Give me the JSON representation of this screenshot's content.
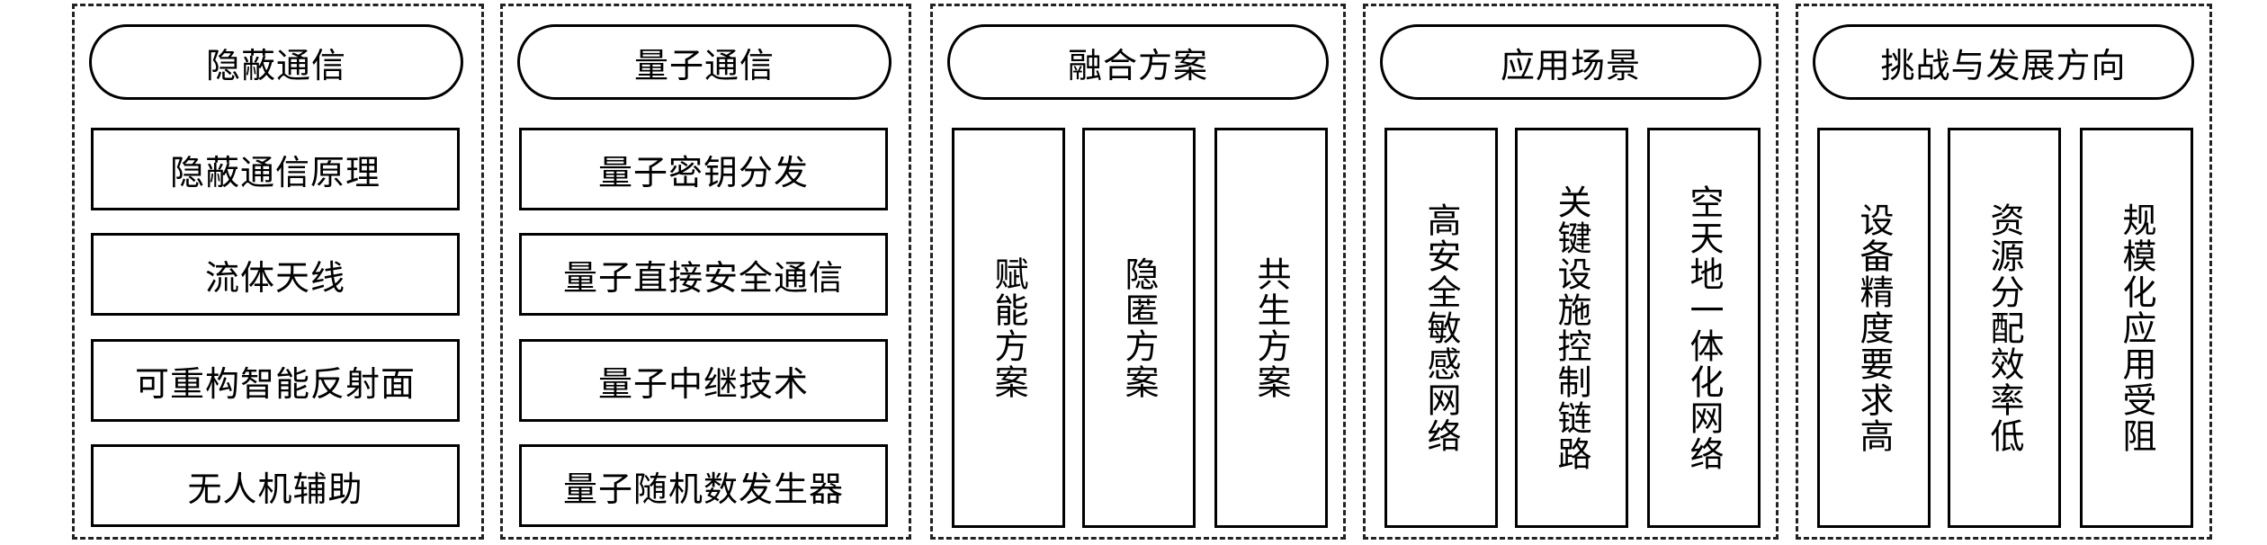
{
  "panels": [
    {
      "header": "隐蔽通信",
      "items": [
        "隐蔽通信原理",
        "流体天线",
        "可重构智能反射面",
        "无人机辅助"
      ]
    },
    {
      "header": "量子通信",
      "items": [
        "量子密钥分发",
        "量子直接安全通信",
        "量子中继技术",
        "量子随机数发生器"
      ]
    },
    {
      "header": "融合方案",
      "items": [
        "赋能方案",
        "隐匿方案",
        "共生方案"
      ]
    },
    {
      "header": "应用场景",
      "items": [
        "高安全敏感网络",
        "关键设施控制链路",
        "空天地一体化网络"
      ]
    },
    {
      "header": "挑战与发展方向",
      "items": [
        "设备精度要求高",
        "资源分配效率低",
        "规模化应用受阻"
      ]
    }
  ]
}
